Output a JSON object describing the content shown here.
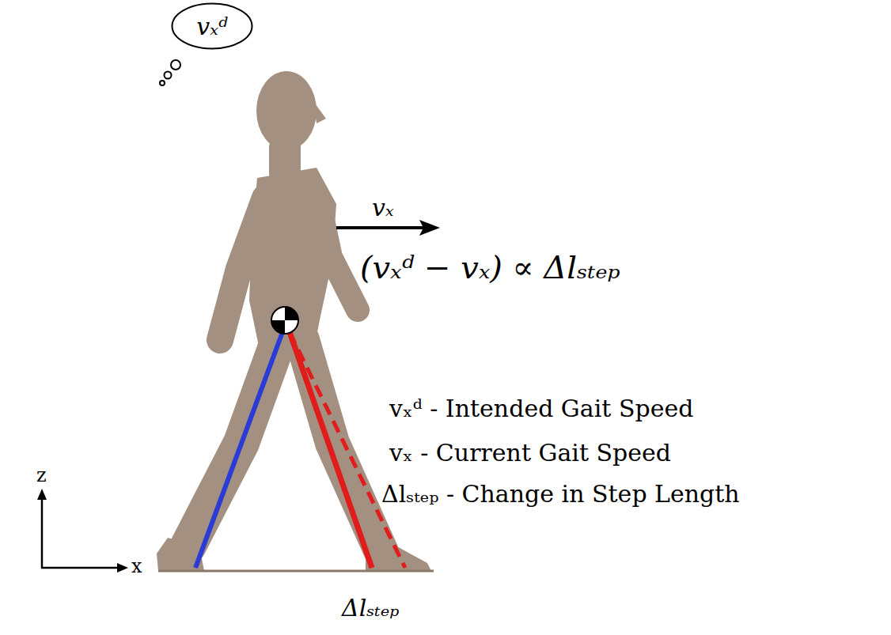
{
  "diagram": {
    "nodes": [
      {
        "text": [
          "vₓᵈ"
        ]
      }
    ],
    "labels": [
      "vₓ",
      "(vₓᵈ − vₓ) ∝ Δlₛₜₑₚ",
      "vₓᵈ - Intended Gait Speed",
      "vₓ - Current Gait Speed",
      "Δlₛₜₑₚ - Change in Step Length",
      "z",
      "x",
      "Δlₛₜₑₚ"
    ]
  }
}
